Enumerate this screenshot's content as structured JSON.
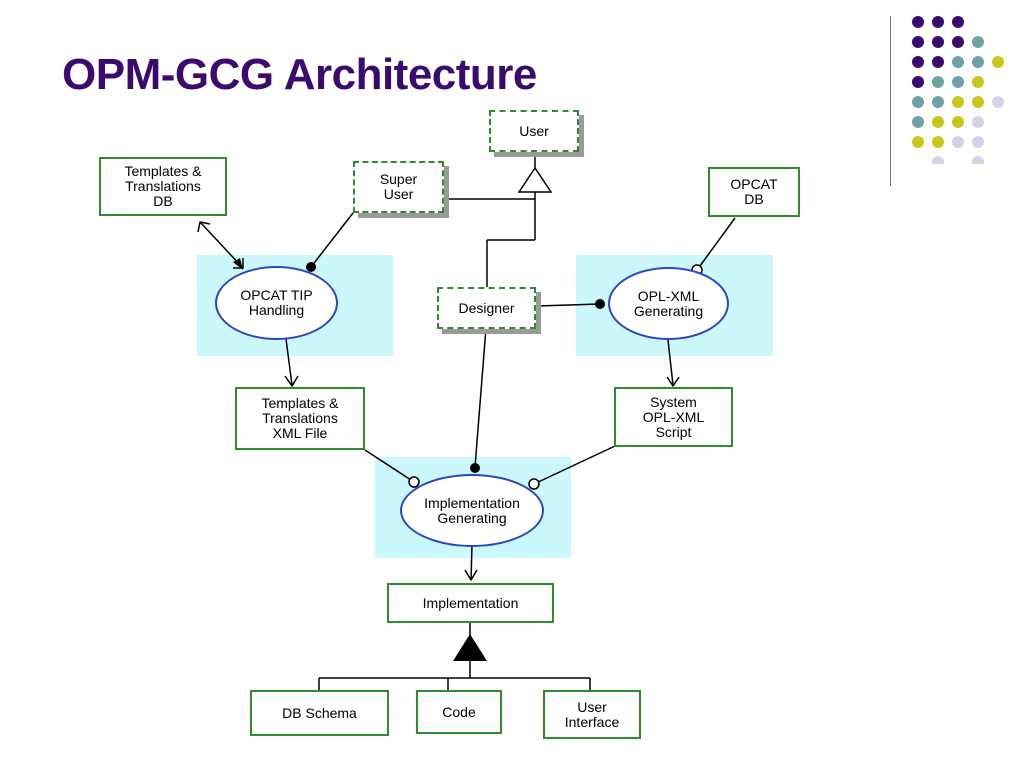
{
  "slide": {
    "title": "OPM-GCG Architecture"
  },
  "colors": {
    "title": "#3a0a6e",
    "object_border": "#2e8b2e",
    "process_border": "#2846c8",
    "highlight": "#ccf7fb"
  },
  "diagram": {
    "objects": {
      "templates_db": "Templates &\nTranslations\nDB",
      "user": "User",
      "super_user": "Super\nUser",
      "opcat_db": "OPCAT\nDB",
      "designer": "Designer",
      "templates_xml": "Templates &\nTranslations\nXML File",
      "system_script": "System\nOPL-XML\nScript",
      "implementation": "Implementation",
      "db_schema": "DB Schema",
      "code": "Code",
      "user_interface": "User\nInterface"
    },
    "processes": {
      "opcat_tip": "OPCAT TIP\nHandling",
      "opl_xml": "OPL-XML\nGenerating",
      "impl_gen": "Implementation\nGenerating"
    }
  }
}
